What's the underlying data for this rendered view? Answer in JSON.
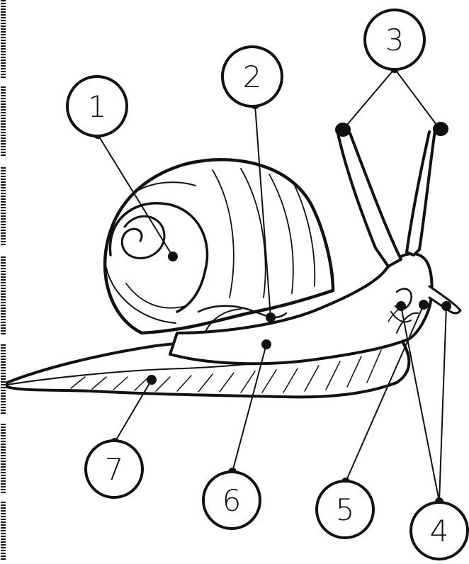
{
  "diagram": {
    "subject": "snail",
    "callouts": [
      {
        "id": 1,
        "label": "1"
      },
      {
        "id": 2,
        "label": "2"
      },
      {
        "id": 3,
        "label": "3"
      },
      {
        "id": 4,
        "label": "4"
      },
      {
        "id": 5,
        "label": "5"
      },
      {
        "id": 6,
        "label": "6"
      },
      {
        "id": 7,
        "label": "7"
      }
    ]
  },
  "colors": {
    "ink": "#111111",
    "paper": "#ffffff"
  }
}
